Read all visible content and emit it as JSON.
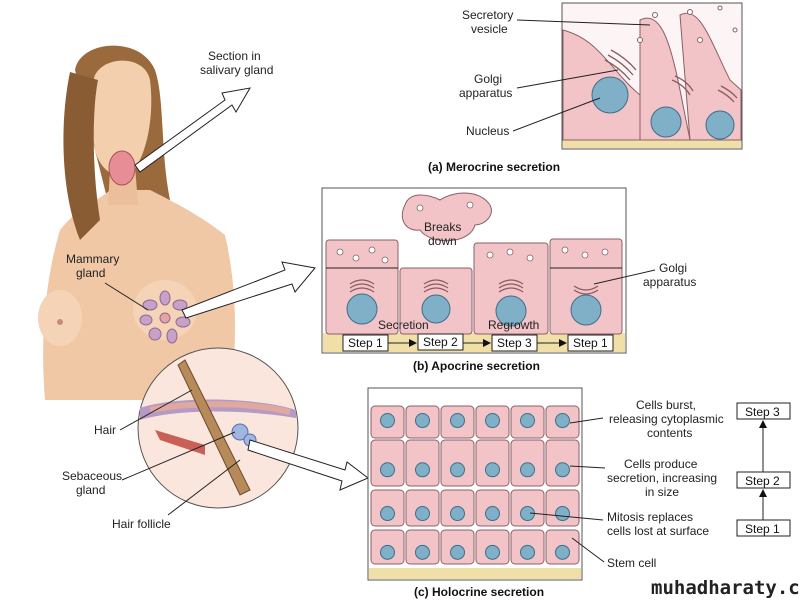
{
  "figure": {
    "merocrine": {
      "caption": "(a) Merocrine secretion",
      "labels": {
        "vesicle_1": "Secretory",
        "vesicle_2": "vesicle",
        "golgi_1": "Golgi",
        "golgi_2": "apparatus",
        "nucleus": "Nucleus"
      }
    },
    "apocrine": {
      "caption": "(b) Apocrine secretion",
      "breaks_1": "Breaks",
      "breaks_2": "down",
      "secretion": "Secretion",
      "regrowth": "Regrowth",
      "golgi_1": "Golgi",
      "golgi_2": "apparatus",
      "steps": [
        "Step 1",
        "Step 2",
        "Step 3",
        "Step 1"
      ]
    },
    "holocrine": {
      "caption": "(c) Holocrine secretion",
      "burst": [
        "Cells burst,",
        "releasing cytoplasmic",
        "contents"
      ],
      "produce": [
        "Cells produce",
        "secretion, increasing",
        "in size"
      ],
      "mitosis": [
        "Mitosis replaces",
        "cells lost at surface"
      ],
      "stem": "Stem cell",
      "steps": [
        "Step 3",
        "Step 2",
        "Step 1"
      ]
    },
    "body": {
      "salivary_1": "Section in",
      "salivary_2": "salivary gland",
      "mammary_1": "Mammary",
      "mammary_2": "gland",
      "hair": "Hair",
      "sebaceous_1": "Sebaceous",
      "sebaceous_2": "gland",
      "follicle": "Hair follicle"
    },
    "watermark": "muhadharaty.com"
  }
}
